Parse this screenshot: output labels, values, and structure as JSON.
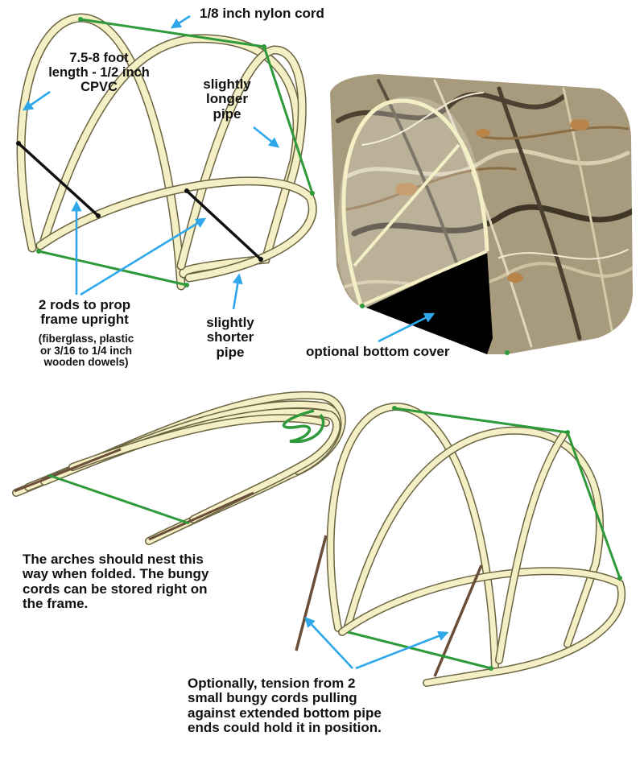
{
  "labels": {
    "cord": "1/8 inch nylon cord",
    "length": [
      "7.5-8 foot",
      "length - 1/2 inch",
      "CPVC"
    ],
    "longer": [
      "slightly",
      "longer",
      "pipe"
    ],
    "shorter": [
      "slightly",
      "shorter",
      "pipe"
    ],
    "rods": [
      "2 rods to prop",
      "frame upright"
    ],
    "rods_note": [
      "(fiberglass, plastic",
      "or 3/16 to 1/4 inch",
      "wooden dowels)"
    ],
    "bottom_cover": "optional bottom cover",
    "nest": [
      "The arches should nest this",
      "way when folded. The bungy",
      "cords can be stored right on",
      "the frame."
    ],
    "tension": [
      "Optionally, tension from 2",
      "small bungy cords pulling",
      "against extended bottom pipe",
      "ends could hold it in position."
    ]
  },
  "colors": {
    "pipe_fill": "#f4efc4",
    "pipe_edge": "#6b6442",
    "cord": "#2e9a3a",
    "arrow": "#2ea8ea",
    "rod": "#111111",
    "bungy": "#6a4e3a",
    "camo_base": "#a89a7c",
    "cover": "#000000"
  }
}
